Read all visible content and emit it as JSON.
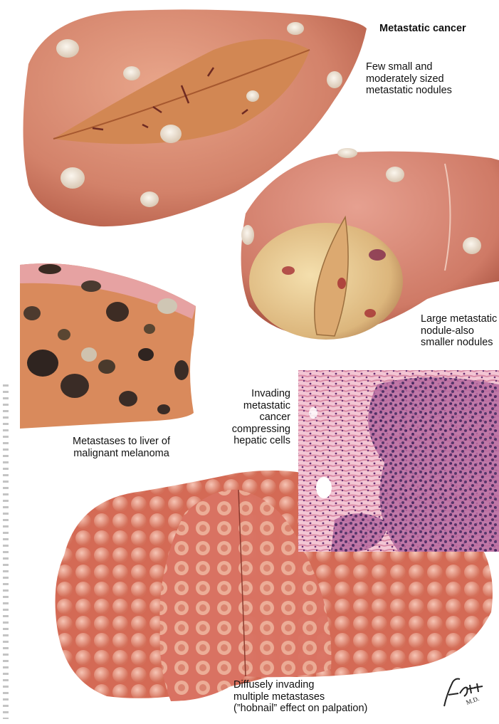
{
  "title": "Metastatic cancer",
  "labels": {
    "few_small": "Few small and\nmoderately sized\nmetastatic nodules",
    "large_nodule": "Large metastatic\nnodule-also\nsmaller nodules",
    "melanoma": "Metastases to liver of\nmalignant melanoma",
    "invading": "Invading\nmetastatic\ncancer\ncompressing\nhepatic cells",
    "diffuse": "Diffusely invading\nmultiple metastases\n(”hobnail” effect on palpation)"
  },
  "signature": "F. Netter M.D.",
  "colors": {
    "liver_surface": "#d98a6e",
    "liver_cut": "#d4885a",
    "nodule": "#efe6d6",
    "melanoma_dark": "#3a2a22",
    "hobnail": "#e07a64",
    "histology_bg": "#f2c9d6",
    "histology_nuclei": "#5a2f6a"
  }
}
